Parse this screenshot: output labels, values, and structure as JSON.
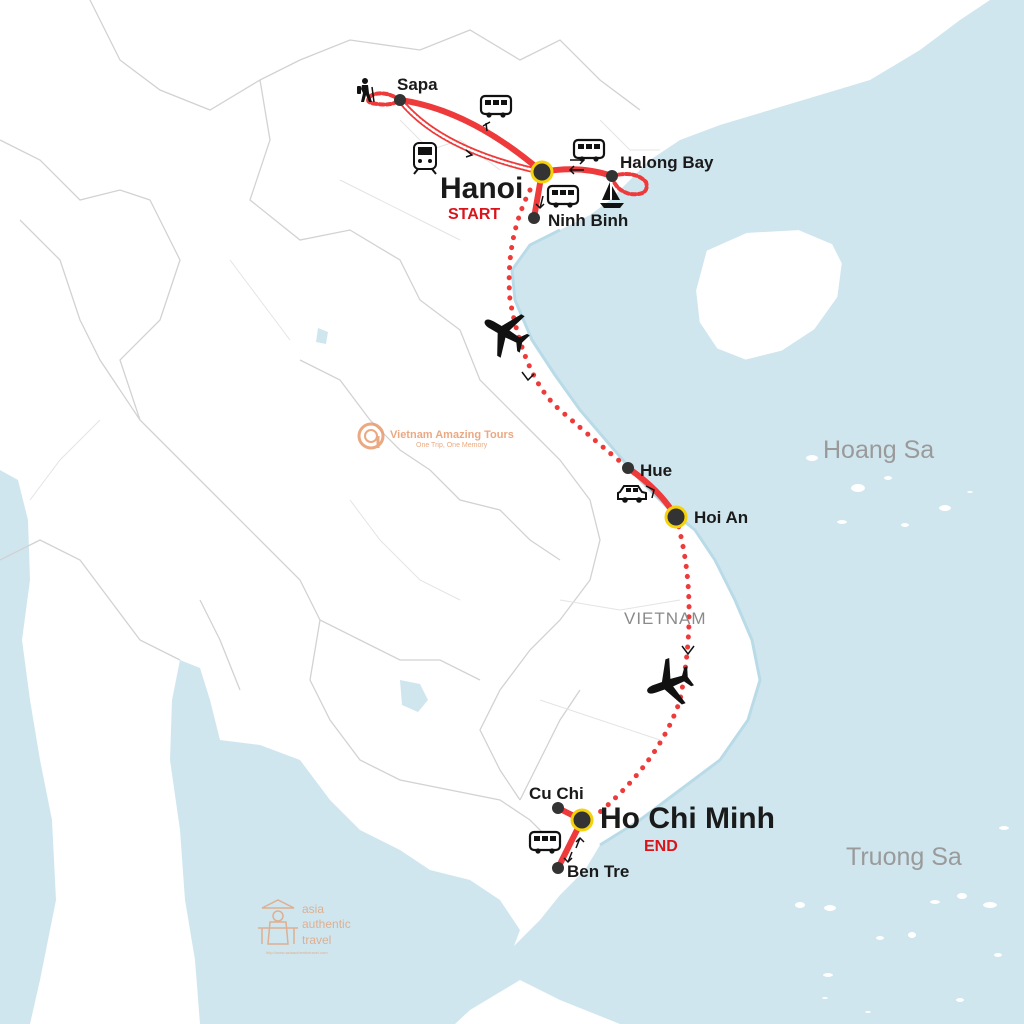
{
  "map": {
    "country": "VIETNAM",
    "islands": {
      "paracel": "Hoang Sa",
      "spratly": "Truong Sa"
    },
    "cities": {
      "hanoi": {
        "name": "Hanoi",
        "tag": "START"
      },
      "hcm": {
        "name": "Ho Chi Minh",
        "tag": "END"
      },
      "sapa": "Sapa",
      "halong": "Halong Bay",
      "ninhbinh": "Ninh Binh",
      "hue": "Hue",
      "hoian": "Hoi An",
      "cuchi": "Cu Chi",
      "bentre": "Ben Tre"
    },
    "colors": {
      "route": "#ee3a3a",
      "water": "#cfe6ef",
      "land": "#ffffff",
      "border": "#d2d2d2",
      "marker_ring": "#f5d20a",
      "marker": "#333333"
    },
    "icons": [
      "hiker-icon",
      "train-icon",
      "bus-icon",
      "boat-icon",
      "plane-icon",
      "car-icon"
    ],
    "watermarks": {
      "vat_title": "Vietnam Amazing Tours",
      "vat_tagline": "One Trip, One Memory",
      "aat_line1": "asia",
      "aat_line2": "authentic",
      "aat_line3": "travel",
      "aat_url": "http://www.asiaauthentictravel.com"
    }
  }
}
